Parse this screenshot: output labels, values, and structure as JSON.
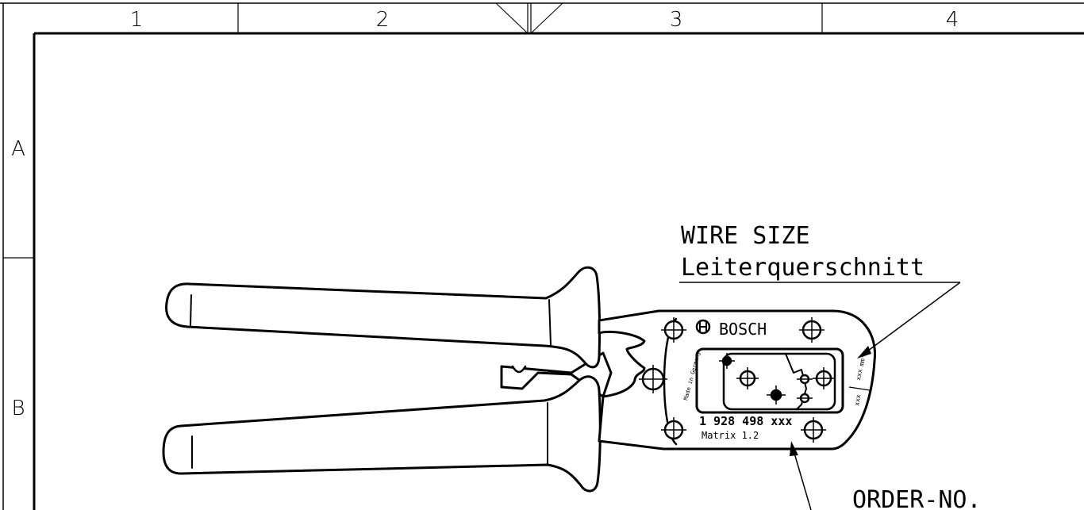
{
  "frame": {
    "columns": [
      "1",
      "2",
      "3",
      "4"
    ],
    "rows": [
      "A",
      "B"
    ]
  },
  "labels": {
    "wire_size": "WIRE SIZE",
    "wire_size_de": "Leiterquerschnitt",
    "order_no": "ORDER-NO."
  },
  "tool": {
    "brand": "BOSCH",
    "part_number": "1 928 498  xxx",
    "matrix": "Matrix 1.2",
    "wire_spec_a": "xxx",
    "wire_spec_b": "xxx",
    "wire_unit": "mm²",
    "origin": "Made in Germany"
  }
}
